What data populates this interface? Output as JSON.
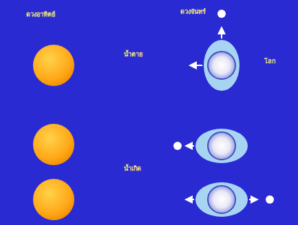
{
  "diagram": {
    "labels": [
      "ดวงอาทิตย์",
      "ดวงจันทร์",
      "น้ำตาย",
      "โลก",
      "น้ำเกิด"
    ]
  }
}
